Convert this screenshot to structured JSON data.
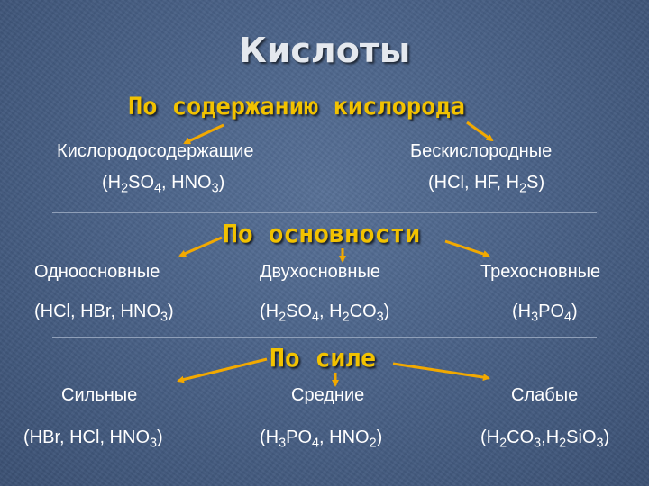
{
  "title": "Кислоты",
  "colors": {
    "heading": "#f2c200",
    "arrow": "#f2a900",
    "text": "#ffffff"
  },
  "by_oxygen": {
    "heading": "По содержанию кислорода",
    "left": {
      "label": "Кислородосодержащие",
      "ex_pre": "(H",
      "ex_s1": "2",
      "ex_m1": "SO",
      "ex_s2": "4",
      "ex_m2": ", HNO",
      "ex_s3": "3",
      "ex_post": ")"
    },
    "right": {
      "label": "Бескислородные",
      "ex_pre": "(HCl, HF, H",
      "ex_s1": "2",
      "ex_post": "S)"
    }
  },
  "by_basicity": {
    "heading": "По основности",
    "mono": {
      "label": "Одноосновные",
      "ex_pre": "(HCl, HBr, HNO",
      "ex_s1": "3",
      "ex_post": ")"
    },
    "di": {
      "label": "Двухосновные",
      "ex_pre": "(H",
      "ex_s1": "2",
      "ex_m1": "SO",
      "ex_s2": "4",
      "ex_m2": ", H",
      "ex_s3": "2",
      "ex_m3": "CO",
      "ex_s4": "3",
      "ex_post": ")"
    },
    "tri": {
      "label": "Трехосновные",
      "ex_pre": "(H",
      "ex_s1": "3",
      "ex_m1": "PO",
      "ex_s2": "4",
      "ex_post": ")"
    }
  },
  "by_strength": {
    "heading": "По силе",
    "strong": {
      "label": "Сильные",
      "ex_pre": "(HBr, HCl, HNO",
      "ex_s1": "3",
      "ex_post": ")"
    },
    "medium": {
      "label": "Средние",
      "ex_pre": "(H",
      "ex_s1": "3",
      "ex_m1": "PO",
      "ex_s2": "4",
      "ex_m2": ", HNO",
      "ex_s3": "2",
      "ex_post": ")"
    },
    "weak": {
      "label": "Слабые",
      "ex_pre": "(H",
      "ex_s1": "2",
      "ex_m1": "CO",
      "ex_s2": "3",
      "ex_m2": ",H",
      "ex_s3": "2",
      "ex_m3": "SiO",
      "ex_s4": "3",
      "ex_post": ")"
    }
  }
}
